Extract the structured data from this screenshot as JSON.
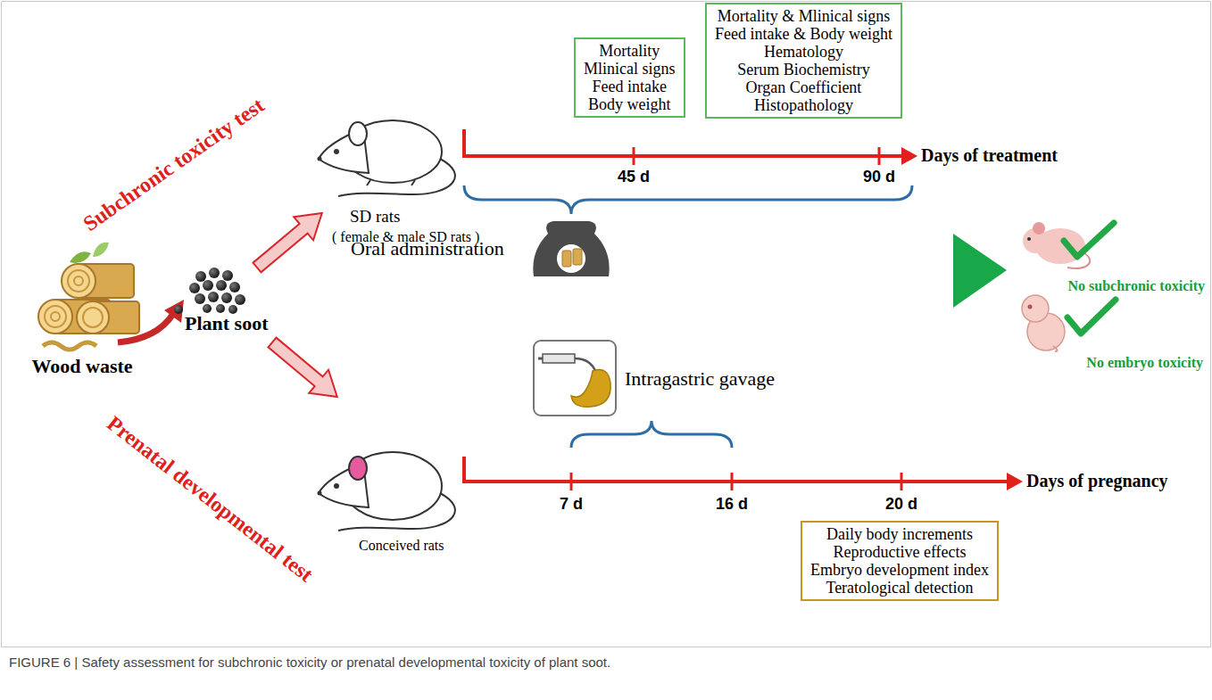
{
  "diagram": {
    "caption": "FIGURE 6 | Safety assessment for subchronic toxicity or prenatal developmental toxicity of plant soot.",
    "nodes": [
      {
        "text": [
          "Mortality",
          "Mlinical signs",
          "Feed intake",
          "Body weight"
        ]
      },
      {
        "text": [
          "Mortality & Mlinical signs",
          "Feed intake & Body weight",
          "Hematology",
          "Serum Biochemistry",
          "Organ Coefficient",
          "Histopathology"
        ]
      },
      {
        "text": [
          "Daily body increments",
          "Reproductive effects",
          "Embryo development index",
          "Teratological detection"
        ]
      }
    ],
    "labels": [
      "Wood waste",
      "Plant soot",
      "Subchronic toxicity test",
      "Prenatal developmental test",
      "SD rats",
      "( female & male SD rats )",
      "45 d",
      "90 d",
      "Days of treatment",
      "Oral administration",
      "Intragastric gavage",
      "7 d",
      "16 d",
      "20 d",
      "Days of pregnancy",
      "Conceived rats",
      "No subchronic toxicity",
      "No embryo toxicity"
    ]
  }
}
